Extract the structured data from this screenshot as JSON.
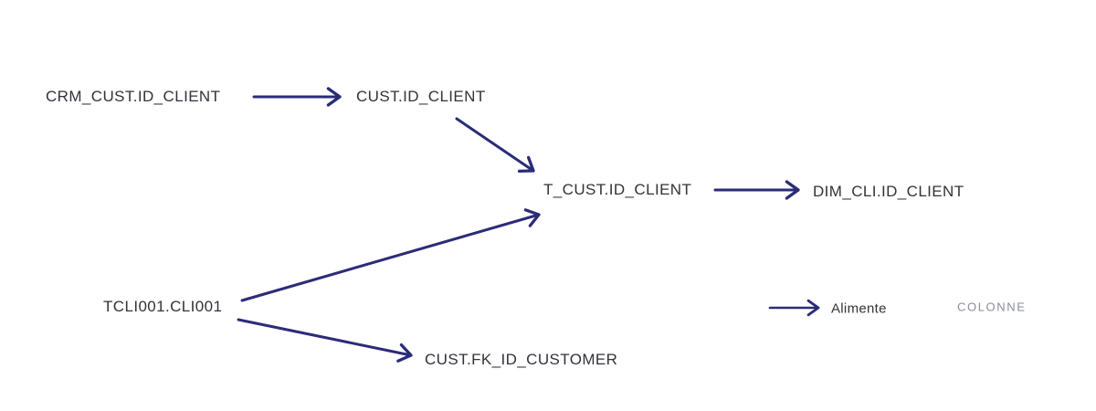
{
  "diagram": {
    "nodes": [
      {
        "label": "CRM_CUST.ID_CLIENT"
      },
      {
        "label": "CUST.ID_CLIENT"
      },
      {
        "label": "T_CUST.ID_CLIENT"
      },
      {
        "label": "DIM_CLI.ID_CLIENT"
      },
      {
        "label": "TCLI001.CLI001"
      },
      {
        "label": "CUST.FK_ID_CUSTOMER"
      }
    ],
    "edges": [
      {
        "from": "CRM_CUST.ID_CLIENT",
        "to": "CUST.ID_CLIENT",
        "relation": "Alimente"
      },
      {
        "from": "CUST.ID_CLIENT",
        "to": "T_CUST.ID_CLIENT",
        "relation": "Alimente"
      },
      {
        "from": "T_CUST.ID_CLIENT",
        "to": "DIM_CLI.ID_CLIENT",
        "relation": "Alimente"
      },
      {
        "from": "TCLI001.CLI001",
        "to": "T_CUST.ID_CLIENT",
        "relation": "Alimente"
      },
      {
        "from": "TCLI001.CLI001",
        "to": "CUST.FK_ID_CUSTOMER",
        "relation": "Alimente"
      }
    ]
  },
  "legend": {
    "arrow_label": "Alimente",
    "node_type_label": "COLONNE"
  },
  "colors": {
    "arrow": "#2b2c78",
    "text": "#32323a",
    "legend_muted": "#8b8c99",
    "background": "#ffffff"
  }
}
